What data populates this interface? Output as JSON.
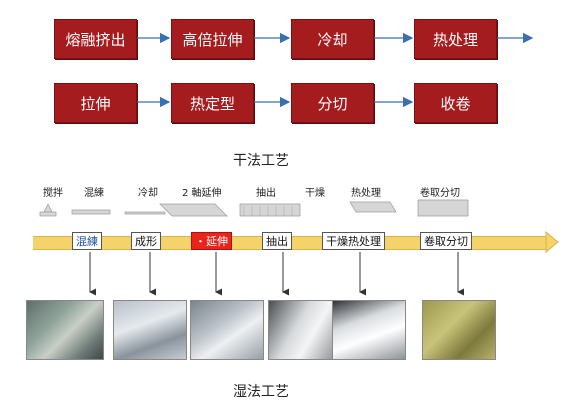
{
  "dry_process": {
    "row1": [
      "熔融挤出",
      "高倍拉伸",
      "冷却",
      "热处理"
    ],
    "row2": [
      "拉伸",
      "热定型",
      "分切",
      "收卷"
    ],
    "caption": "干法工艺"
  },
  "wet_process": {
    "top_labels": [
      "搅拌",
      "混練",
      "冷却",
      "2 軸延伸",
      "抽出",
      "干燥",
      "热处理",
      "卷取分切"
    ],
    "band_labels": [
      "混練",
      "成形",
      "・延伸",
      "抽出",
      "干燥热处理",
      "卷取分切"
    ],
    "highlight_label": "・延伸",
    "caption": "湿法工艺"
  },
  "colors": {
    "box_red": "#a51c1f",
    "arrow_blue": "#3a6fb0",
    "band_yellow": "#f3d36a",
    "highlight_red": "#e8241c"
  }
}
